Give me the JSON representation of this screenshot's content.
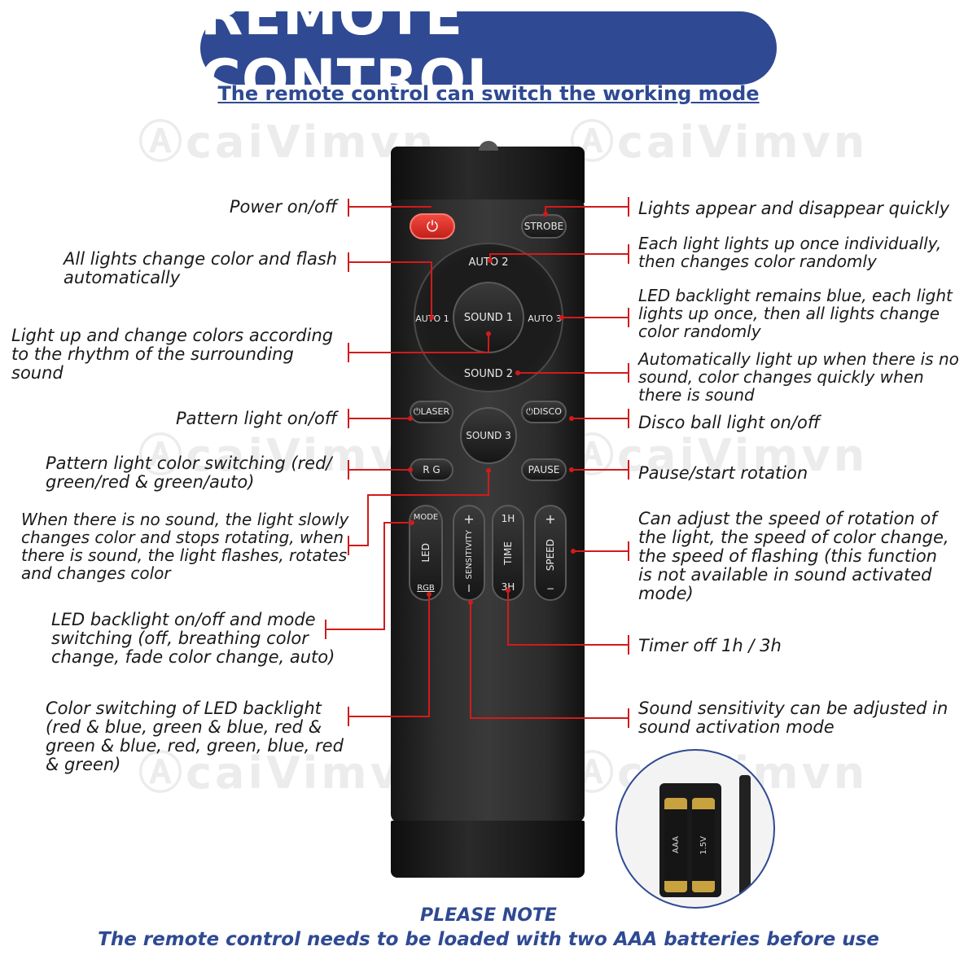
{
  "title": "REMOTE CONTROL",
  "subtitle": "The remote control can switch the working mode",
  "watermark": "caivimvn",
  "colors": {
    "brand_blue": "#2f4a93",
    "pointer_red": "#d11b1b",
    "power_red": "#e0302c"
  },
  "buttons": {
    "power": "⏻",
    "strobe": "STROBE",
    "auto1": "AUTO 1",
    "auto2": "AUTO 2",
    "auto3": "AUTO 3",
    "sound1": "SOUND 1",
    "sound2": "SOUND 2",
    "sound3": "SOUND 3",
    "laser": "⏻LASER",
    "disco": "⏻DISCO",
    "rg": "R G",
    "pause": "PAUSE",
    "mode": "MODE",
    "led": "LED",
    "rgb": "RGB",
    "sensitivity": "SENSITIVITY",
    "plus": "+",
    "minus": "I",
    "time": "TIME",
    "time_1h": "1H",
    "time_3h": "3H",
    "speed": "SPEED",
    "speed_plus": "+",
    "speed_minus": "−"
  },
  "labels_left": {
    "power": "Power on/off",
    "auto1": "All lights change color and flash\nautomatically",
    "sound1": "Light up and change colors according\nto the rhythm of the surrounding\nsound",
    "laser": "Pattern light on/off",
    "rg": "Pattern light color switching (red/\ngreen/red & green/auto)",
    "sound3": "When there is no sound, the light slowly\nchanges color and stops rotating, when\nthere is sound, the light flashes, rotates\nand changes color",
    "mode": "LED backlight on/off and mode\nswitching (off, breathing color\nchange, fade color change, auto)",
    "rgb": "Color switching of LED backlight\n(red & blue, green & blue, red &\ngreen & blue, red, green, blue, red\n& green)"
  },
  "labels_right": {
    "strobe": "Lights appear and disappear quickly",
    "auto2": "Each light lights up once individually,\nthen changes color randomly",
    "auto3": "LED backlight remains blue, each light\nlights up once, then all lights change\ncolor randomly",
    "sound2": "Automatically light up when there is no\nsound, color changes quickly when\nthere is sound",
    "disco": "Disco ball light on/off",
    "pause": "Pause/start rotation",
    "speed": "Can adjust the speed of rotation of\nthe light, the speed of color change,\nthe speed of flashing (this function\nis not available in sound activated\nmode)",
    "time": "Timer off 1h / 3h",
    "sensitivity": "Sound sensitivity can be adjusted in\nsound activation mode"
  },
  "battery": {
    "type": "AAA",
    "voltage": "1.5V"
  },
  "note": {
    "heading": "PLEASE NOTE",
    "text": "The remote control needs to be loaded with two AAA batteries before use"
  }
}
